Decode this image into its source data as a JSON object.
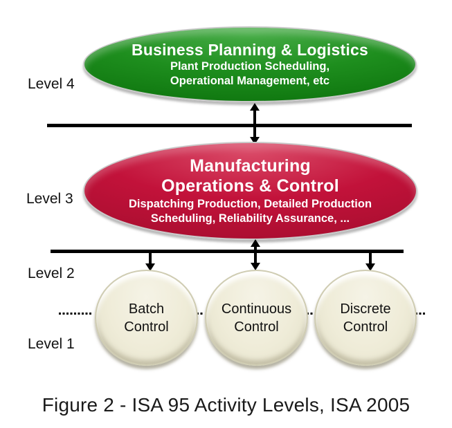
{
  "figure": {
    "caption": "Figure 2 - ISA 95 Activity Levels, ISA 2005"
  },
  "levels": [
    {
      "label": "Level 4"
    },
    {
      "label": "Level 3"
    },
    {
      "label": "Level 2"
    },
    {
      "label": "Level 1"
    }
  ],
  "nodes": {
    "business_planning": {
      "title": "Business Planning & Logistics",
      "subtitle_line1": "Plant Production Scheduling,",
      "subtitle_line2": "Operational Management, etc",
      "fill_color": "#1e8e1e",
      "text_color": "#ffffff"
    },
    "manufacturing_operations": {
      "title_line1": "Manufacturing",
      "title_line2": "Operations & Control",
      "subtitle_line1": "Dispatching Production, Detailed Production",
      "subtitle_line2": "Scheduling, Reliability Assurance, ...",
      "fill_color": "#c2123a",
      "text_color": "#ffffff"
    },
    "controls": [
      {
        "line1": "Batch",
        "line2": "Control"
      },
      {
        "line1": "Continuous",
        "line2": "Control"
      },
      {
        "line1": "Discrete",
        "line2": "Control"
      }
    ]
  },
  "connectors": {
    "line_color": "#000000",
    "circle_fill": "#efecd8",
    "arrow_style": "double-headed between levels, down arrows into control circles",
    "dotted_style": "horizontal dotted continuation line through circle row"
  }
}
